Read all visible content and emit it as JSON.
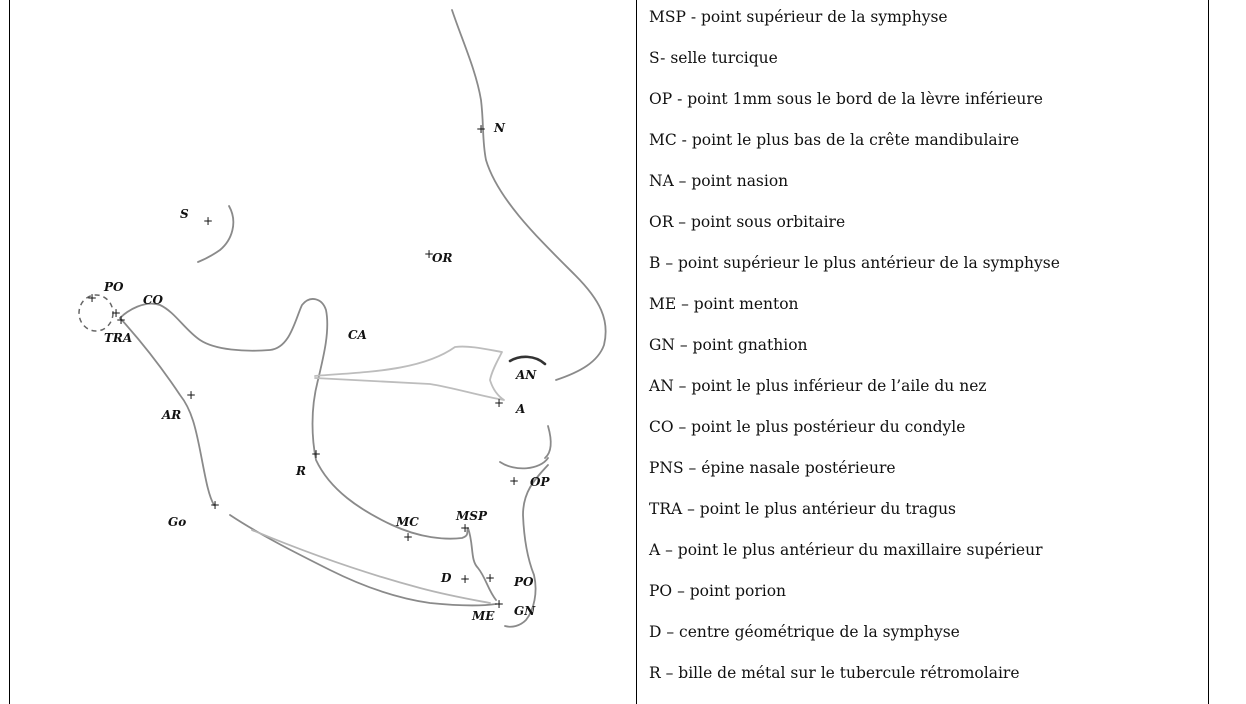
{
  "diagram": {
    "labels": {
      "N": "N",
      "S": "S",
      "OR": "OR",
      "PO_left": "PO",
      "CO": "CO",
      "TRA": "TRA",
      "CA": "CA",
      "AN": "AN",
      "A": "A",
      "AR": "AR",
      "R": "R",
      "OP": "OP",
      "Go": "Go",
      "MC": "MC",
      "MSP": "MSP",
      "D": "D",
      "PO_right": "PO",
      "ME": "ME",
      "GN": "GN"
    },
    "point_marker": "+"
  },
  "legend": [
    "MSP - point supérieur de la symphyse",
    "S-  selle turcique",
    "OP - point 1mm sous le bord de la lèvre inférieure",
    "MC - point le plus bas de la crête mandibulaire",
    "NA – point nasion",
    "OR – point sous orbitaire",
    "B – point supérieur le plus antérieur de la symphyse",
    "ME – point menton",
    "GN – point gnathion",
    "AN – point le plus inférieur de l’aile du nez",
    "CO – point le plus postérieur du condyle",
    "PNS – épine nasale postérieure",
    "TRA – point le plus antérieur du tragus",
    "A – point le plus antérieur du maxillaire supérieur",
    "PO – point porion",
    "D – centre géométrique de la symphyse",
    "R – bille de métal sur le tubercule rétromolaire"
  ]
}
